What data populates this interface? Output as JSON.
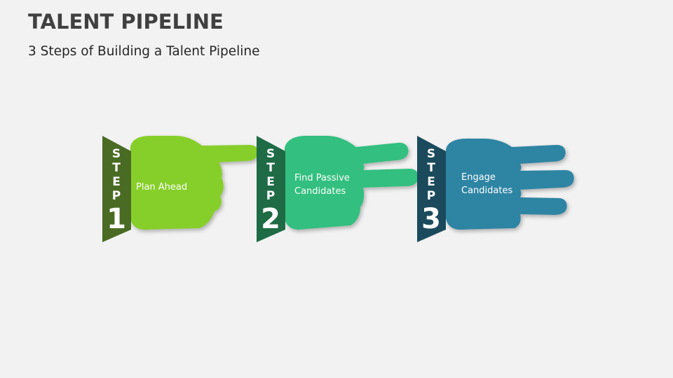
{
  "header": {
    "title": "TALENT PIPELINE",
    "subtitle": "3 Steps of Building a Talent Pipeline"
  },
  "steps": [
    {
      "word_letters": [
        "S",
        "T",
        "E",
        "P"
      ],
      "number": "1",
      "label_lines": [
        "Plan Ahead"
      ],
      "hand_color": "#86cf2c",
      "tab_color": "#4a6b24",
      "fingers": 1
    },
    {
      "word_letters": [
        "S",
        "T",
        "E",
        "P"
      ],
      "number": "2",
      "label_lines": [
        "Find Passive",
        "Candidates"
      ],
      "hand_color": "#33bf7f",
      "tab_color": "#1f6b46",
      "fingers": 2
    },
    {
      "word_letters": [
        "S",
        "T",
        "E",
        "P"
      ],
      "number": "3",
      "label_lines": [
        "Engage",
        "Candidates"
      ],
      "hand_color": "#2e84a3",
      "tab_color": "#1b4a5c",
      "fingers": 3
    }
  ]
}
